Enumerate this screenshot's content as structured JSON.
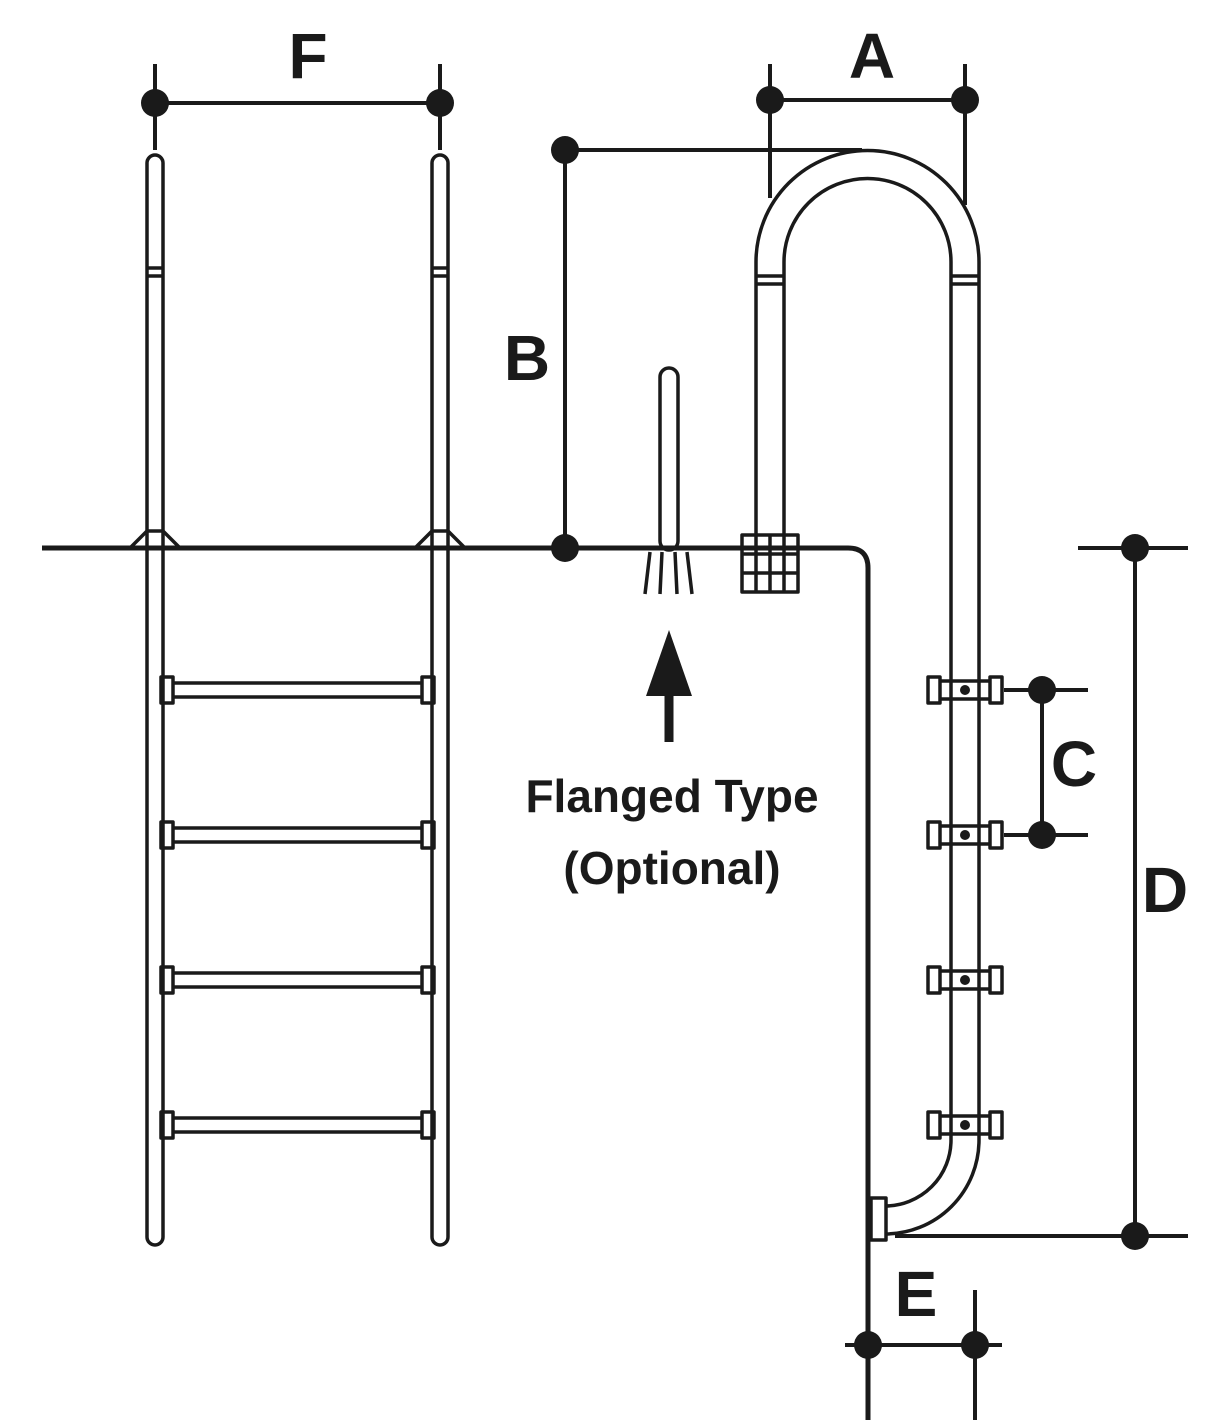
{
  "diagram": {
    "labels": {
      "dim_f": "F",
      "dim_a": "A",
      "dim_b": "B",
      "dim_c": "C",
      "dim_d": "D",
      "dim_e": "E"
    },
    "annotation": {
      "line1": "Flanged Type",
      "line2": "(Optional)"
    },
    "colors": {
      "line": "#1a1a1a",
      "background": "#ffffff"
    }
  }
}
